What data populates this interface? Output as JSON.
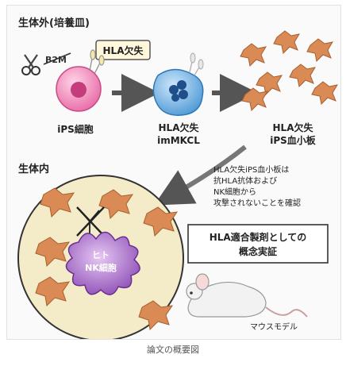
{
  "in_vitro_label": "生体外(培養皿)",
  "in_vivo_label": "生体内",
  "knockout_gene": "B2M",
  "hla_deficient_tag": "HLA欠失",
  "stages": [
    {
      "line1": "",
      "line2": "iPS細胞"
    },
    {
      "line1": "HLA欠失",
      "line2": "imMKCL"
    },
    {
      "line1": "HLA欠失",
      "line2": "iPS血小板"
    }
  ],
  "finding_text": [
    "HLA欠失iPS血小板は",
    "抗HLA抗体および",
    "NK細胞から",
    "攻撃されないことを確認"
  ],
  "concept_box": [
    "HLA適合製剤としての",
    "概念実証"
  ],
  "nk_label": [
    "ヒト",
    "NK細胞"
  ],
  "mouse_label": "マウスモデル",
  "caption": "論文の概要図",
  "colors": {
    "ips_cell": "#e86aa5",
    "mk_cell": "#4f9ad6",
    "platelet": "#d98a55",
    "nk_cell": "#a365c6",
    "circle_fill": "#f4ecc8",
    "arrow": "#555555"
  }
}
